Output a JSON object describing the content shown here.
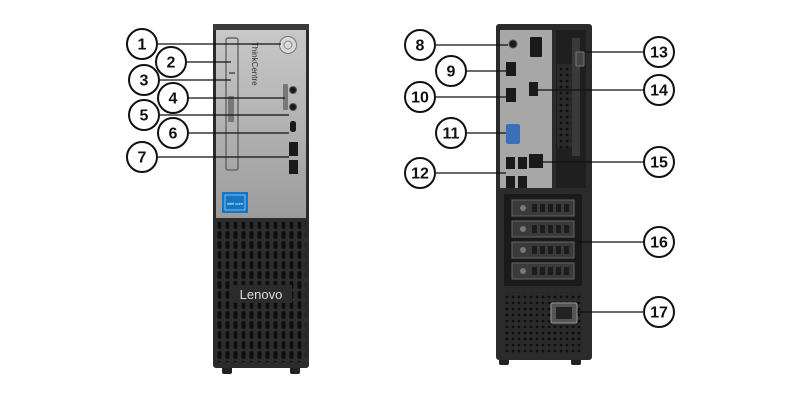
{
  "front_view": {
    "brand_logo": "ThinkCentre",
    "chassis_logo": "Lenovo",
    "processor_badge": "intel core"
  },
  "rear_view": {},
  "callouts": [
    "1",
    "2",
    "3",
    "4",
    "5",
    "6",
    "7",
    "8",
    "9",
    "10",
    "11",
    "12",
    "13",
    "14",
    "15",
    "16",
    "17"
  ],
  "colors": {
    "outline": "#111111",
    "front_panel": "#a9a9a9",
    "chassis_dark": "#2b2b2b",
    "intel_badge": "#1577c4"
  }
}
